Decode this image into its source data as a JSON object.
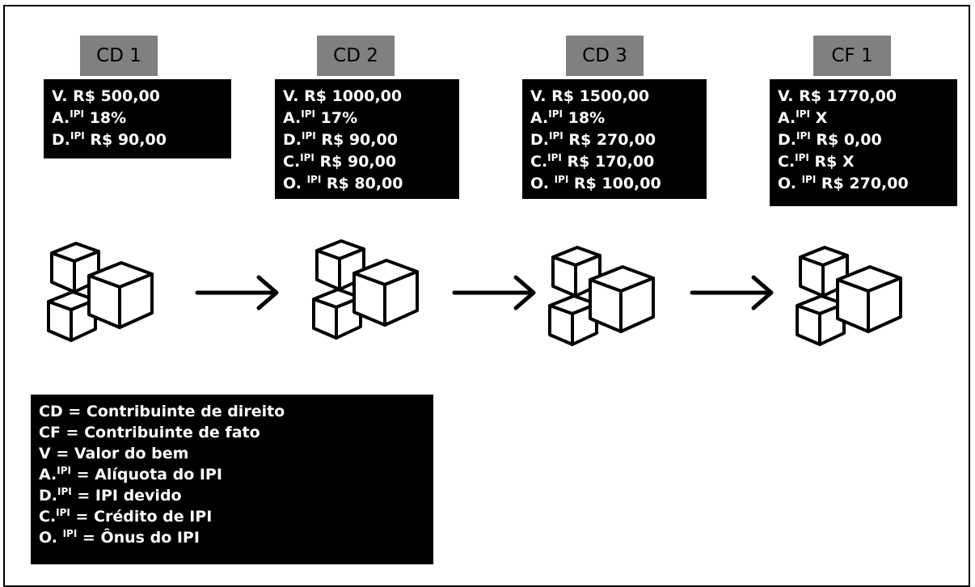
{
  "columns": [
    {
      "tag": "CD 1",
      "lines": [
        {
          "pre": "V.",
          "sup": "",
          "post": " R$ 500,00"
        },
        {
          "pre": "A.",
          "sup": "IPI",
          "post": " 18%"
        },
        {
          "pre": "D.",
          "sup": "IPI",
          "post": " R$ 90,00"
        }
      ]
    },
    {
      "tag": "CD 2",
      "lines": [
        {
          "pre": "V.",
          "sup": "",
          "post": " R$ 1000,00"
        },
        {
          "pre": "A.",
          "sup": "IPI",
          "post": " 17%"
        },
        {
          "pre": "D.",
          "sup": "IPI",
          "post": " R$ 90,00"
        },
        {
          "pre": "C.",
          "sup": "IPI",
          "post": " R$ 90,00"
        },
        {
          "pre": "O. ",
          "sup": "IPI",
          "post": " R$ 80,00"
        }
      ]
    },
    {
      "tag": "CD 3",
      "lines": [
        {
          "pre": "V.",
          "sup": "",
          "post": " R$ 1500,00"
        },
        {
          "pre": "A.",
          "sup": "IPI",
          "post": " 18%"
        },
        {
          "pre": "D.",
          "sup": "IPI",
          "post": " R$ 270,00"
        },
        {
          "pre": "C.",
          "sup": "IPI",
          "post": " R$ 170,00"
        },
        {
          "pre": "O. ",
          "sup": "IPI",
          "post": " R$ 100,00"
        }
      ]
    },
    {
      "tag": "CF 1",
      "lines": [
        {
          "pre": "V.",
          "sup": "",
          "post": " R$ 1770,00"
        },
        {
          "pre": "A.",
          "sup": "IPI",
          "post": " X"
        },
        {
          "pre": "D.",
          "sup": "IPI",
          "post": " R$ 0,00"
        },
        {
          "pre": "C.",
          "sup": "IPI",
          "post": " R$ X"
        },
        {
          "pre": "O. ",
          "sup": "IPI",
          "post": " R$ 270,00"
        }
      ]
    }
  ],
  "legend": [
    {
      "pre": "CD",
      "sup": "",
      "post": " = Contribuinte de direito"
    },
    {
      "pre": "CF",
      "sup": "",
      "post": " = Contribuinte de fato"
    },
    {
      "pre": "V",
      "sup": "",
      "post": " = Valor do bem"
    },
    {
      "pre": "A.",
      "sup": "IPI",
      "post": " = Alíquota do IPI"
    },
    {
      "pre": "D.",
      "sup": "IPI",
      "post": " = IPI devido"
    },
    {
      "pre": "C.",
      "sup": "IPI",
      "post": " = Crédito de IPI"
    },
    {
      "pre": "O. ",
      "sup": "IPI",
      "post": " = Ônus do IPI"
    }
  ],
  "icons": {
    "boxes": "boxes-icon",
    "arrow": "arrow-right-icon"
  },
  "colors": {
    "tag_bg": "#808080",
    "box_bg": "#000000",
    "box_text": "#ffffff"
  }
}
